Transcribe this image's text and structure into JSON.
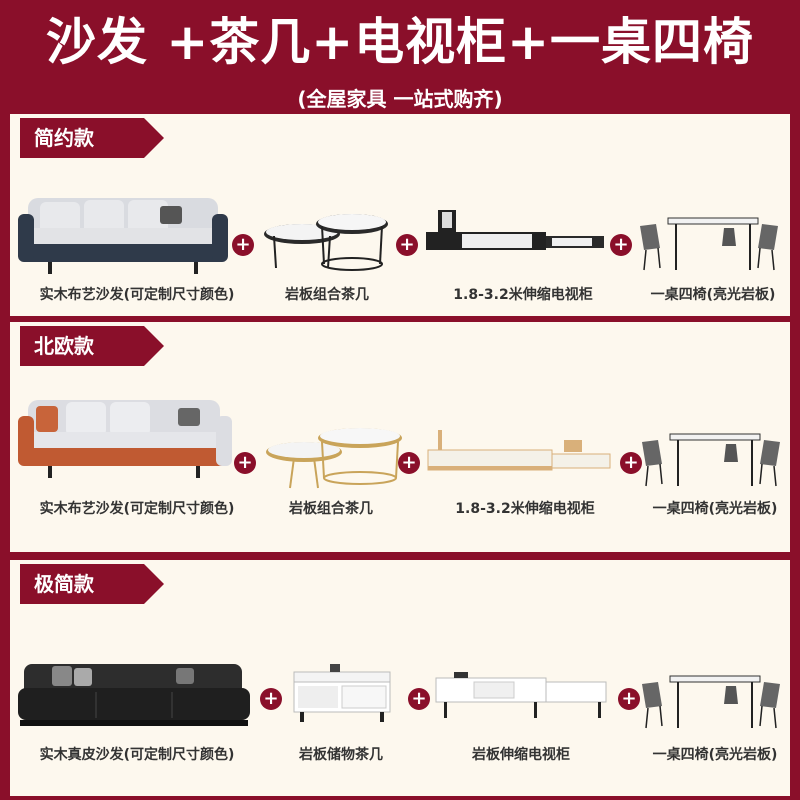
{
  "header": {
    "title": "沙发 +茶几+电视柜+一桌四椅",
    "subtitle": "(全屋家具  一站式购齐)"
  },
  "plus_symbol": "+",
  "sections": [
    {
      "tab": "简约款",
      "items": [
        {
          "caption": "实木布艺沙发(可定制尺寸颜色)"
        },
        {
          "caption": "岩板组合茶几"
        },
        {
          "caption": "1.8-3.2米伸缩电视柜"
        },
        {
          "caption": "一桌四椅(亮光岩板)"
        }
      ]
    },
    {
      "tab": "北欧款",
      "items": [
        {
          "caption": "实木布艺沙发(可定制尺寸颜色)"
        },
        {
          "caption": "岩板组合茶几"
        },
        {
          "caption": "1.8-3.2米伸缩电视柜"
        },
        {
          "caption": "一桌四椅(亮光岩板)"
        }
      ]
    },
    {
      "tab": "极简款",
      "items": [
        {
          "caption": "实木真皮沙发(可定制尺寸颜色)"
        },
        {
          "caption": "岩板储物茶几"
        },
        {
          "caption": "岩板伸缩电视柜"
        },
        {
          "caption": "一桌四椅(亮光岩板)"
        }
      ]
    }
  ],
  "colors": {
    "background": "#8a0f2a",
    "panel": "#fdf8ee",
    "accent": "#8a0f2a"
  }
}
